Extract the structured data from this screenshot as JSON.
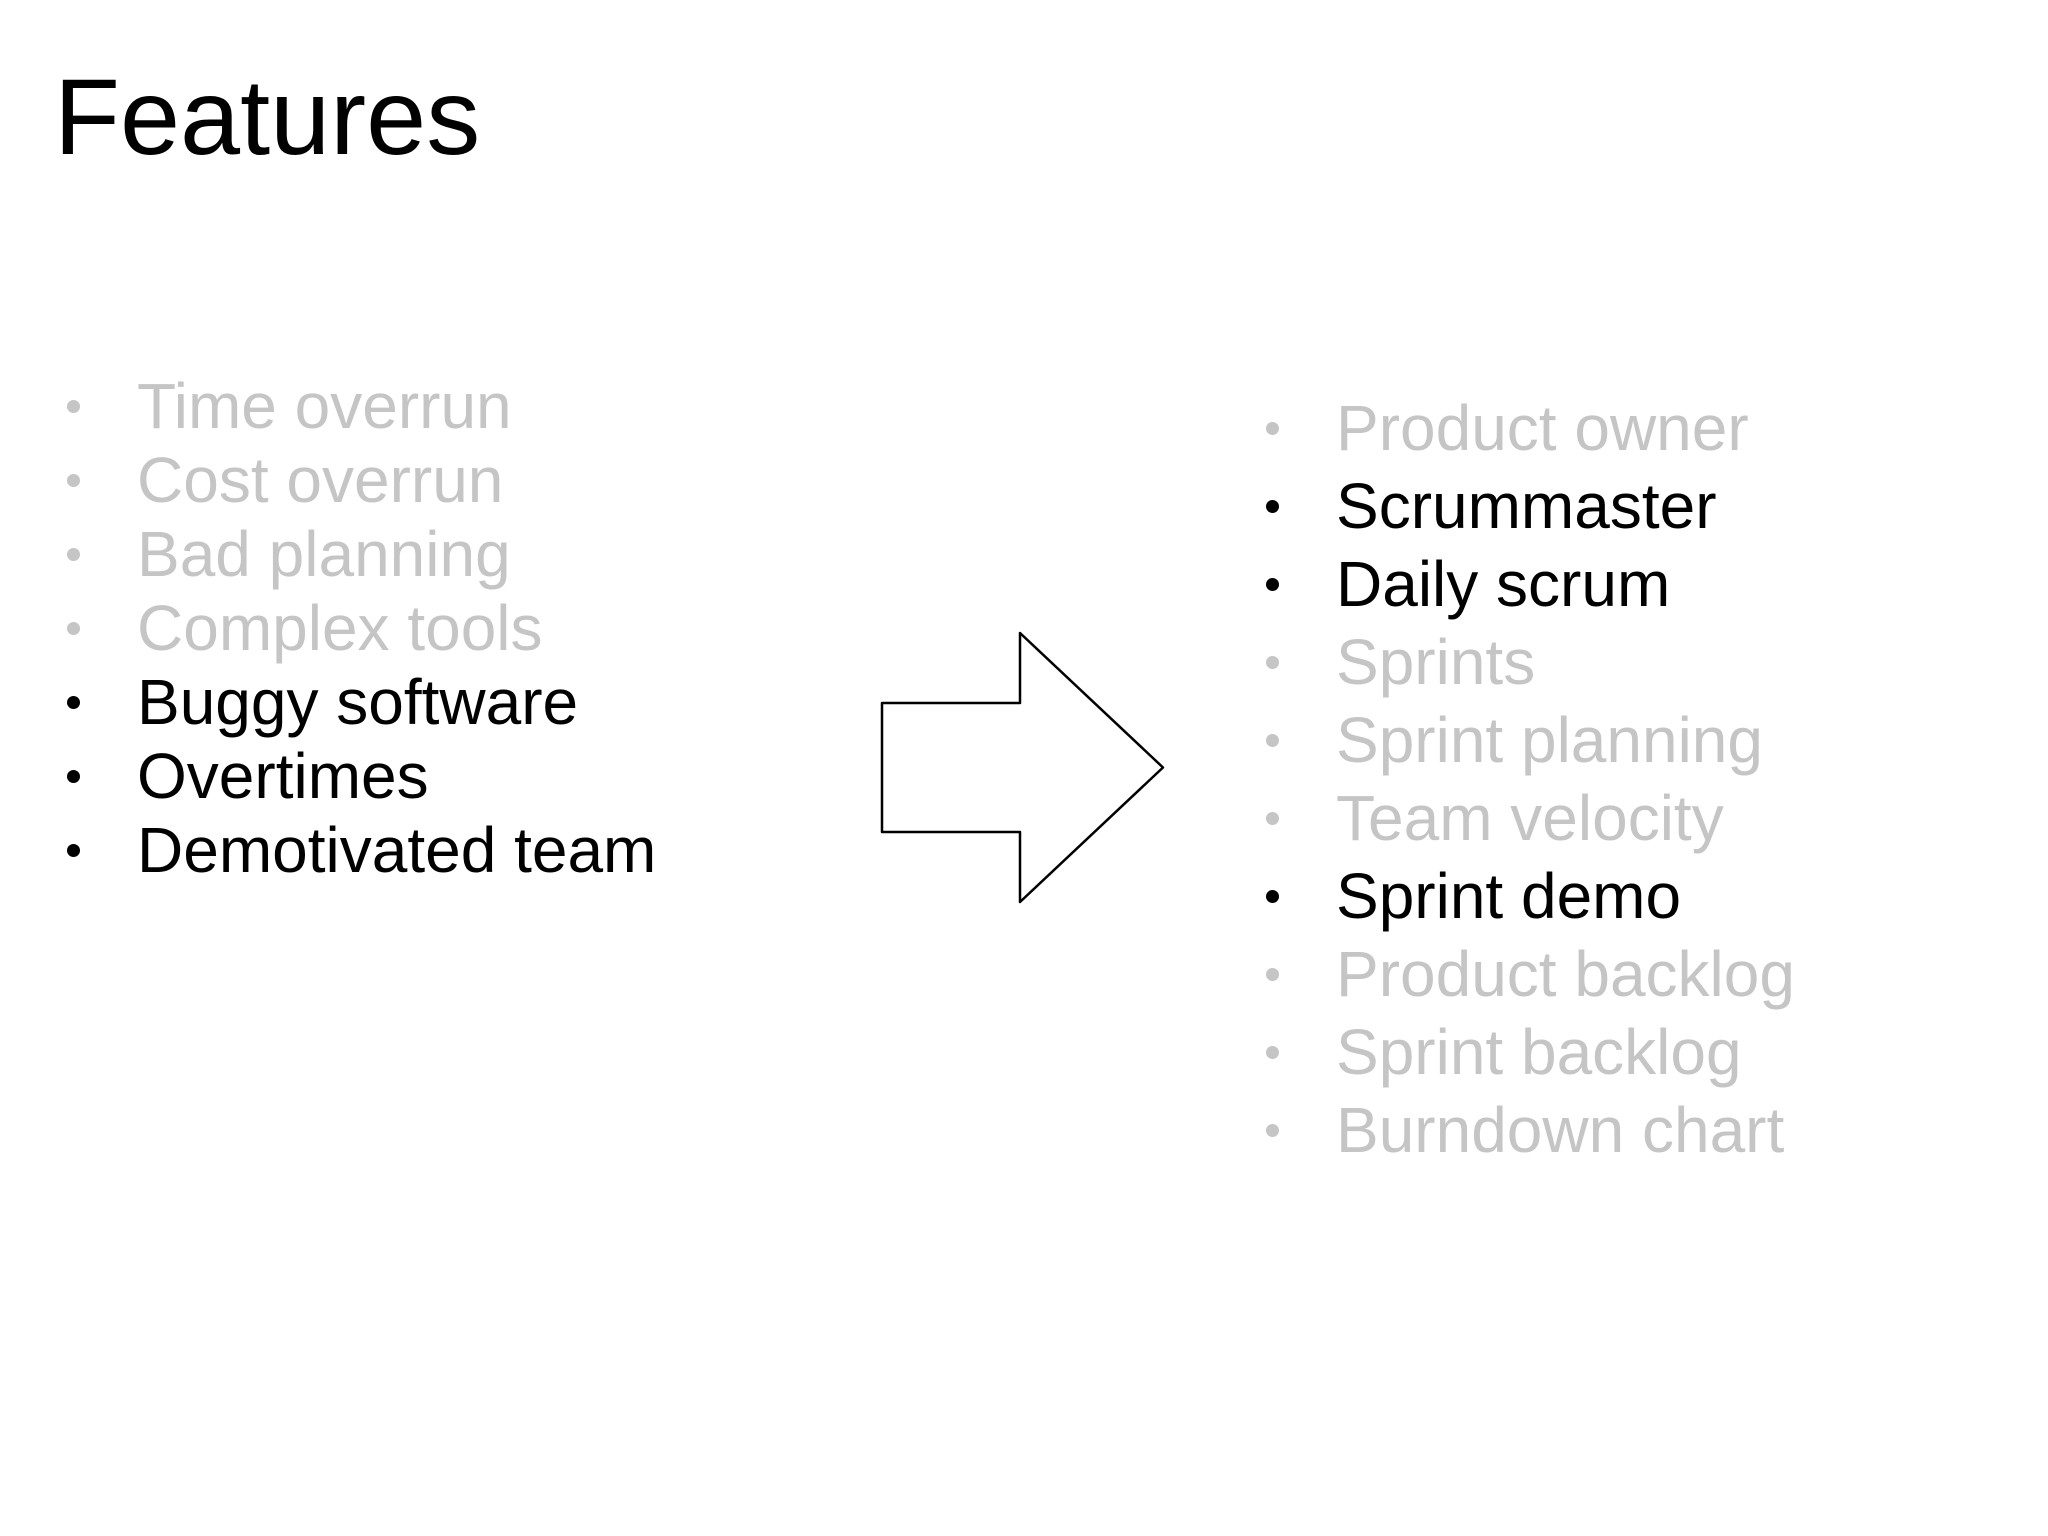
{
  "slide": {
    "title": "Features",
    "left_list": {
      "name": "waterfall-problems-list",
      "items": [
        {
          "label": "Time overrun",
          "state": "dimmed"
        },
        {
          "label": "Cost overrun",
          "state": "dimmed"
        },
        {
          "label": "Bad planning",
          "state": "dimmed"
        },
        {
          "label": "Complex tools",
          "state": "dimmed"
        },
        {
          "label": "Buggy software",
          "state": "active"
        },
        {
          "label": "Overtimes",
          "state": "active"
        },
        {
          "label": "Demotivated team",
          "state": "active"
        }
      ]
    },
    "arrow": {
      "name": "right-arrow",
      "fill": "#ffffff",
      "stroke": "#000000"
    },
    "right_list": {
      "name": "scrum-features-list",
      "items": [
        {
          "label": "Product owner",
          "state": "dimmed"
        },
        {
          "label": "Scrummaster",
          "state": "active"
        },
        {
          "label": "Daily scrum",
          "state": "active"
        },
        {
          "label": "Sprints",
          "state": "dimmed"
        },
        {
          "label": "Sprint planning",
          "state": "dimmed"
        },
        {
          "label": "Team velocity",
          "state": "dimmed"
        },
        {
          "label": "Sprint demo",
          "state": "active"
        },
        {
          "label": "Product backlog",
          "state": "dimmed"
        },
        {
          "label": "Sprint backlog",
          "state": "dimmed"
        },
        {
          "label": "Burndown chart",
          "state": "dimmed"
        }
      ]
    }
  },
  "colors": {
    "background": "#ffffff",
    "active": "#000000",
    "dimmed": "#c5c5c5"
  }
}
